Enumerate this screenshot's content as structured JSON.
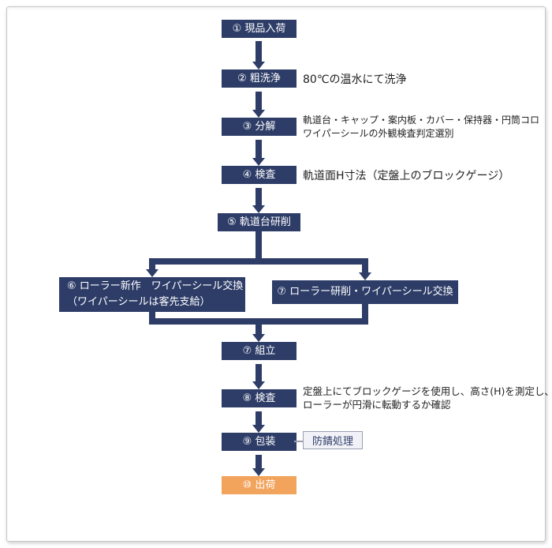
{
  "colors": {
    "navy": "#2e3d68",
    "orange": "#f2a35c",
    "note_text": "#222222"
  },
  "flowchart": {
    "steps": {
      "s1": {
        "label": "① 現品入荷"
      },
      "s2": {
        "label": "② 粗洗浄",
        "note": "80℃の温水にて洗浄"
      },
      "s3": {
        "label": "③ 分解",
        "note1": "軌道台・キャップ・案内板・カバー・保持器・円筒コロ",
        "note2": "ワイパーシールの外観検査判定選別"
      },
      "s4": {
        "label": "④ 検査",
        "note": "軌道面H寸法（定盤上のブロックゲージ）"
      },
      "s5": {
        "label": "⑤ 軌道台研削"
      },
      "branch_left": {
        "line1": "⑥ ローラー新作　ワイパーシール交換",
        "line2": "（ワイパーシールは客先支給）"
      },
      "branch_right": {
        "label": "⑦ ローラー研削・ワイパーシール交換"
      },
      "s7": {
        "label": "⑦ 組立"
      },
      "s8": {
        "label": "⑧ 検査",
        "note1": "定盤上にてブロックゲージを使用し、高さ(H)を測定し、",
        "note2": "ローラーが円滑に転動するか確認"
      },
      "s9": {
        "label": "⑨ 包装",
        "side_label": "防錆処理"
      },
      "s10": {
        "label": "⑩ 出荷"
      }
    }
  }
}
